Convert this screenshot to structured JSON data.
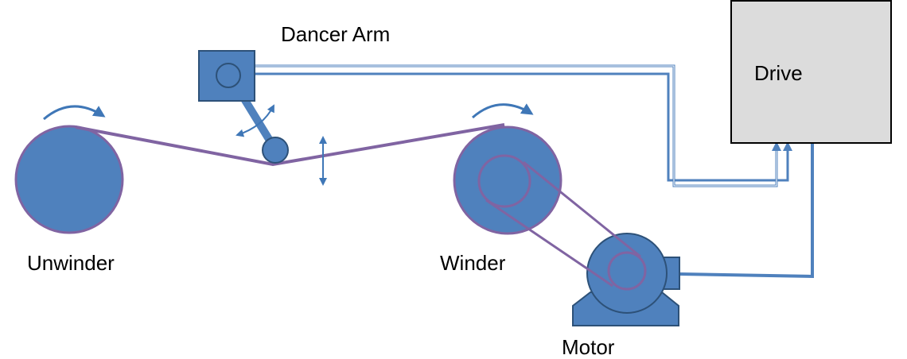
{
  "labels": {
    "dancer_arm": "Dancer Arm",
    "drive": "Drive",
    "unwinder": "Unwinder",
    "winder": "Winder",
    "motor": "Motor"
  },
  "colors": {
    "roll_fill": "#4f81bd",
    "roll_stroke": "#8064a2",
    "web": "#8064a2",
    "wire": "#4f81bd",
    "box_dark": "#2d5178",
    "drive_fill": "#dcdcdc",
    "drive_stroke": "#000000",
    "arrow": "#3f77b7"
  }
}
